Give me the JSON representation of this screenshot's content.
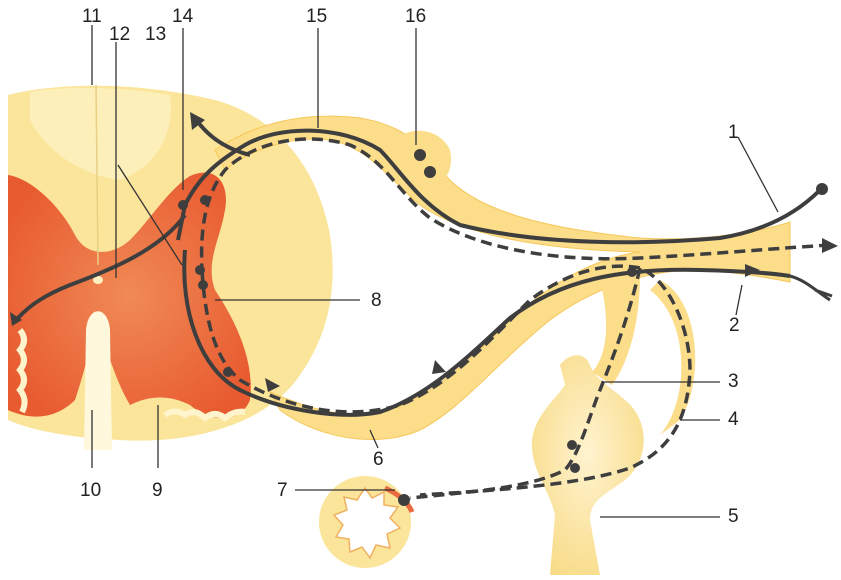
{
  "labels": {
    "l1": "1",
    "l2": "2",
    "l3": "3",
    "l4": "4",
    "l5": "5",
    "l6": "6",
    "l7": "7",
    "l8": "8",
    "l9": "9",
    "l10": "10",
    "l11": "11",
    "l12": "12",
    "l13": "13",
    "l14": "14",
    "l15": "15",
    "l16": "16"
  },
  "colors": {
    "white_matter": "#fbe59a",
    "white_matter_light": "#fdf1c0",
    "gray_matter": "#ec6a3e",
    "gray_matter_light": "#f4a06a",
    "nerve_fill": "#fbdd8a",
    "pathway": "#3e3e3e",
    "leader": "#333333"
  }
}
